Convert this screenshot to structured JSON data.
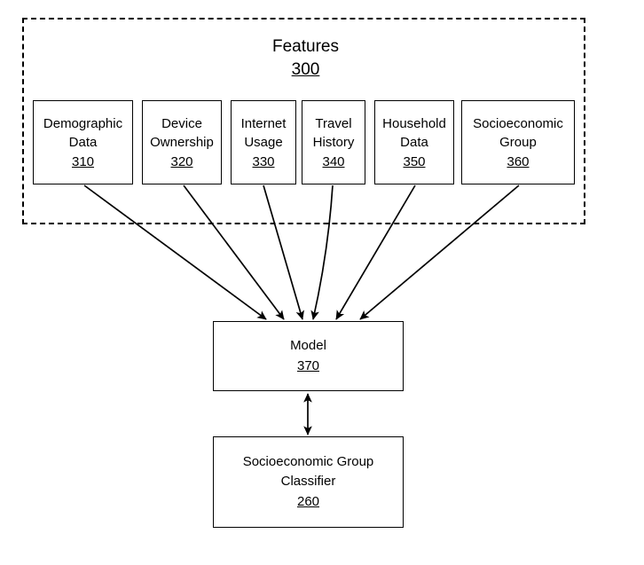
{
  "figure": {
    "group": {
      "title": "Features",
      "ref": "300"
    },
    "features": [
      {
        "label": "Demographic\nData",
        "ref": "310",
        "name": "demographic-data"
      },
      {
        "label": "Device\nOwnership",
        "ref": "320",
        "name": "device-ownership"
      },
      {
        "label": "Internet\nUsage",
        "ref": "330",
        "name": "internet-usage"
      },
      {
        "label": "Travel\nHistory",
        "ref": "340",
        "name": "travel-history"
      },
      {
        "label": "Household\nData",
        "ref": "350",
        "name": "household-data"
      },
      {
        "label": "Socioeconomic\nGroup",
        "ref": "360",
        "name": "socioeconomic-group"
      }
    ],
    "model": {
      "label": "Model",
      "ref": "370"
    },
    "classifier": {
      "label": "Socioeconomic Group\nClassifier",
      "ref": "260"
    },
    "colors": {
      "stroke": "#000000",
      "background": "#ffffff"
    }
  }
}
